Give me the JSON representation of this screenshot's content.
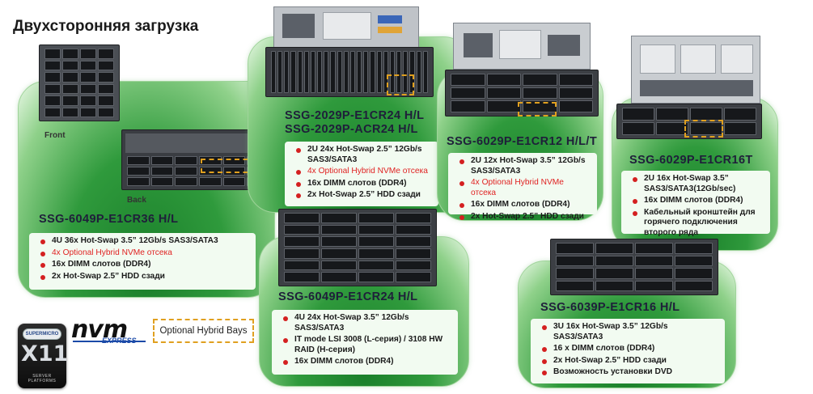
{
  "title": "Двухсторонняя загрузка",
  "card1": {
    "front_label": "Front",
    "back_label": "Back",
    "model": "SSG-6049P-E1CR36 H/L",
    "bullets": [
      {
        "text": "4U 36x Hot-Swap 3.5” 12Gb/s SAS3/SATA3",
        "red": false
      },
      {
        "text": "4x Optional Hybrid NVMe отсека",
        "red": true
      },
      {
        "text": "16x DIMM слотов (DDR4)",
        "red": false
      },
      {
        "text": "2x Hot-Swap 2.5” HDD сзади",
        "red": false
      }
    ]
  },
  "card2": {
    "model_line1": "SSG-2029P-E1CR24  H/L",
    "model_line2": "SSG-2029P-ACR24  H/L",
    "bullets": [
      {
        "text": "2U 24x Hot-Swap 2.5” 12Gb/s SAS3/SATA3",
        "red": false
      },
      {
        "text": "4x Optional Hybrid NVMe отсека",
        "red": true
      },
      {
        "text": "16x DIMM слотов (DDR4)",
        "red": false
      },
      {
        "text": "2x Hot-Swap 2.5” HDD сзади",
        "red": false
      }
    ]
  },
  "card3": {
    "model": "SSG-6029P-E1CR12 H/L/T",
    "bullets": [
      {
        "text": "2U 12x Hot-Swap 3.5” 12Gb/s SAS3/SATA3",
        "red": false
      },
      {
        "text": "4x Optional Hybrid NVMe отсека",
        "red": true
      },
      {
        "text": "16x DIMM слотов (DDR4)",
        "red": false
      },
      {
        "text": "2x Hot-Swap 2.5” HDD сзади",
        "red": false
      }
    ]
  },
  "card4": {
    "model": "SSG-6029P-E1CR16T",
    "bullets": [
      {
        "text": "2U 16x Hot-Swap 3.5” SAS3/SATA3(12Gb/sec)",
        "red": false
      },
      {
        "text": "16x DIMM слотов (DDR4)",
        "red": false
      },
      {
        "text": "Кабельный кронштейн для горячего подключения второго ряда",
        "red": false
      }
    ]
  },
  "card5": {
    "model": "SSG-6049P-E1CR24 H/L",
    "bullets": [
      {
        "text": "4U 24x Hot-Swap 3.5” 12Gb/s SAS3/SATA3",
        "red": false
      },
      {
        "text": "IT mode LSI 3008  (L-серия) / 3108 HW RAID (H-серия)",
        "red": false
      },
      {
        "text": "16x DIMM слотов (DDR4)",
        "red": false
      }
    ]
  },
  "card6": {
    "model": "SSG-6039P-E1CR16 H/L",
    "bullets": [
      {
        "text": "3U 16x Hot-Swap 3.5” 12Gb/s SAS3/SATA3",
        "red": false
      },
      {
        "text": "16 x DIMM слотов (DDR4)",
        "red": false
      },
      {
        "text": "2x Hot-Swap 2.5” HDD сзади",
        "red": false
      },
      {
        "text": "Возможность установки DVD",
        "red": false
      }
    ]
  },
  "logos": {
    "x11_ring": "SUPERMICRO",
    "x11_text": "X11",
    "x11_sub": "SERVER PLATFORMS",
    "nvm_text": "nvm",
    "nvm_sub": "EXPRESS",
    "legend_text": "Optional Hybrid Bays"
  },
  "colors": {
    "card_green": "#2f9a3c",
    "bullet_red": "#d42020",
    "highlight_orange": "#e0a020",
    "model_text": "#1f1f3a"
  }
}
